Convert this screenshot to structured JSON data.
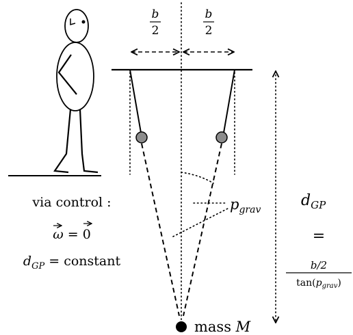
{
  "labels": {
    "half_b_num": "b",
    "half_b_den": "2",
    "via_control": "via control :",
    "omega_eq_lhs": "ω",
    "omega_eq_op": " = ",
    "omega_eq_rhs": "0",
    "dgp_constant_sym": "d",
    "dgp_constant_sub": "GP",
    "dgp_constant_rest": " = constant",
    "p_grav_sym": "p",
    "p_grav_sub": "grav",
    "dgp_sym": "d",
    "dgp_sub": "GP",
    "equals": "=",
    "frac_num": "b/2",
    "frac_den_fn": "tan(",
    "frac_den_sym": "p",
    "frac_den_sub": "grav",
    "frac_den_close": ")",
    "mass_text": "mass ",
    "mass_sym": "M"
  },
  "colors": {
    "ink": "#000000",
    "bob_fill": "#8c8c8c",
    "background": "#ffffff"
  }
}
